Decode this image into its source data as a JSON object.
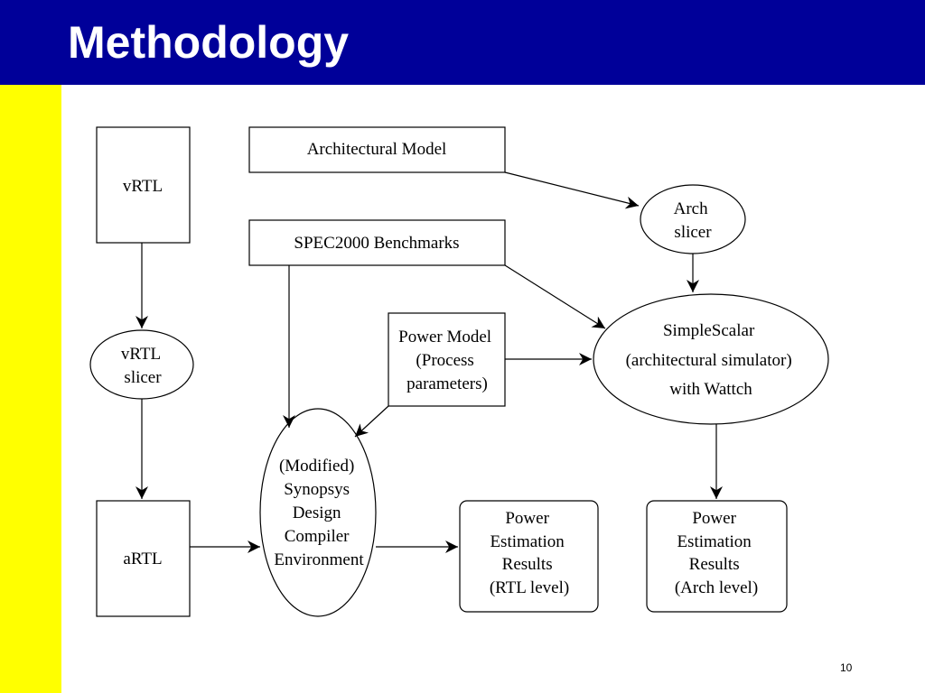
{
  "slide": {
    "title": "Methodology",
    "page_number": "10"
  },
  "colors": {
    "title_bar": "#000099",
    "side_bar": "#ffff00",
    "title_text": "#ffffff"
  },
  "diagram": {
    "vrtl": [
      "vRTL"
    ],
    "vrtl_slicer": [
      "vRTL",
      "slicer"
    ],
    "artl": [
      "aRTL"
    ],
    "arch_model": [
      "Architectural Model"
    ],
    "spec": [
      "SPEC2000 Benchmarks"
    ],
    "arch_slicer": [
      "Arch",
      "slicer"
    ],
    "power_model": [
      "Power Model",
      "(Process",
      "parameters)"
    ],
    "simplescalar": [
      "SimpleScalar",
      "(architectural simulator)",
      "with Wattch"
    ],
    "synopsys": [
      "(Modified)",
      "Synopsys",
      "Design",
      "Compiler",
      "Environment"
    ],
    "power_rtl": [
      "Power",
      "Estimation",
      "Results",
      "(RTL level)"
    ],
    "power_arch": [
      "Power",
      "Estimation",
      "Results",
      "(Arch level)"
    ]
  }
}
